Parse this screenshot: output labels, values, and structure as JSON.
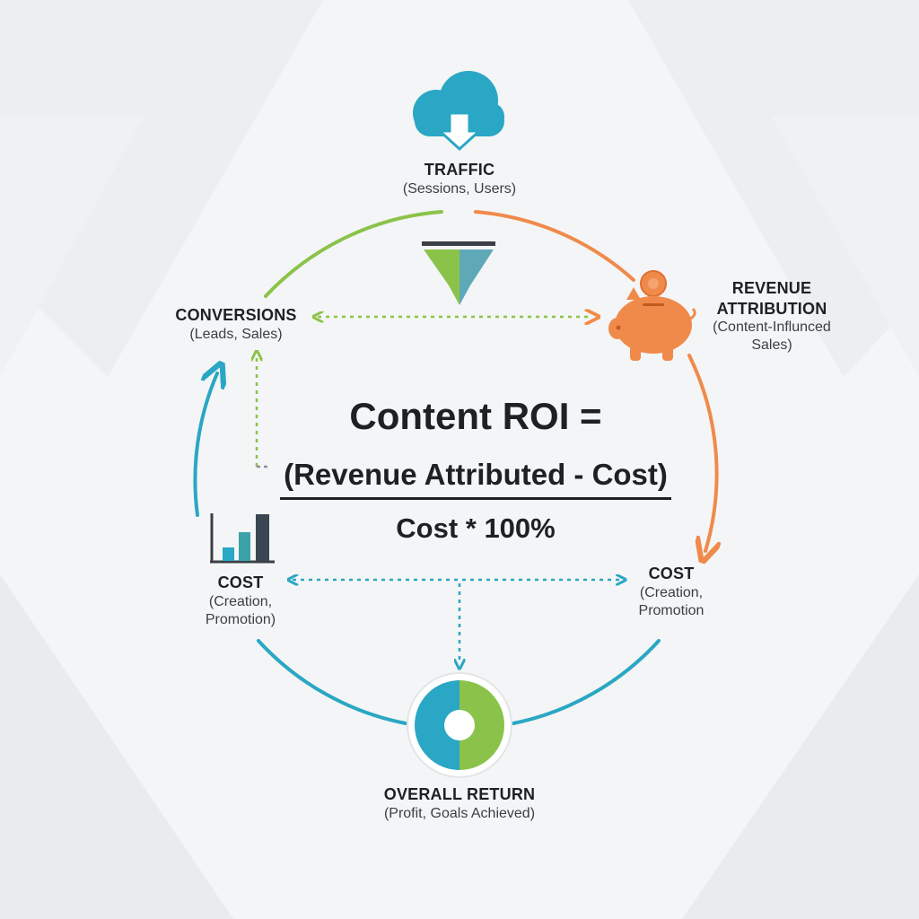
{
  "nodes": {
    "traffic": {
      "title": "TRAFFIC",
      "subtitle": "(Sessions, Users)"
    },
    "conversions": {
      "title": "CONVERSIONS",
      "subtitle": "(Leads, Sales)"
    },
    "revenue": {
      "title_line1": "REVENUE",
      "title_line2": "ATTRIBUTION",
      "subtitle_line1": "(Content-Influnced",
      "subtitle_line2": "Sales)"
    },
    "cost_left": {
      "title": "COST",
      "subtitle_line1": "(Creation,",
      "subtitle_line2": "Promotion)"
    },
    "cost_right": {
      "title": "COST",
      "subtitle_line1": "(Creation,",
      "subtitle_line2": "Promotion"
    },
    "overall": {
      "title": "OVERALL RETURN",
      "subtitle": "(Profit, Goals Achieved)"
    }
  },
  "formula": {
    "line1": "Content ROI =",
    "numerator": "(Revenue Attributed - Cost)",
    "denominator": "Cost * 100%"
  },
  "icons": [
    "cloud-download-icon",
    "funnel-icon",
    "piggy-bank-icon",
    "bar-chart-icon",
    "donut-chart-icon"
  ],
  "colors": {
    "green": "#8bc34a",
    "orange": "#f08a4b",
    "teal": "#2aa7c4",
    "dark": "#1d2124"
  }
}
